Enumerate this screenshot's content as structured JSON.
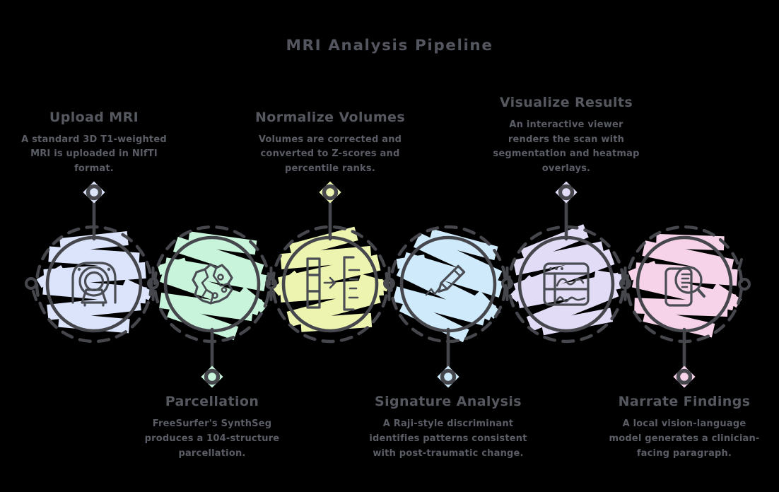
{
  "title": "MRI Analysis Pipeline",
  "theme": {
    "background": "#000000",
    "ink": "#45474d",
    "title_color": "#53565e",
    "heading_color": "#55585f",
    "body_color": "#5a5d65"
  },
  "steps": [
    {
      "label": "Upload MRI",
      "description_lines": [
        "A standard 3D T1-weighted",
        "MRI is uploaded in NIfTI",
        "format."
      ],
      "color": "#dbe4fa",
      "icon": "mri-scanner-icon",
      "text_position": "top"
    },
    {
      "label": "Parcellation",
      "description_lines": [
        "FreeSurfer's SynthSeg",
        "produces a 104-structure",
        "parcellation."
      ],
      "color": "#c9f4dc",
      "icon": "brain-parcellation-icon",
      "text_position": "bottom"
    },
    {
      "label": "Normalize Volumes",
      "description_lines": [
        "Volumes are corrected and",
        "converted to Z-scores and",
        "percentile ranks."
      ],
      "color": "#ecf4b0",
      "icon": "zscore-table-icon",
      "text_position": "top"
    },
    {
      "label": "Signature Analysis",
      "description_lines": [
        "A Raji-style discriminant",
        "identifies patterns consistent",
        "with post-traumatic change."
      ],
      "color": "#cfeafa",
      "icon": "signature-pen-icon",
      "text_position": "bottom"
    },
    {
      "label": "Visualize Results",
      "description_lines": [
        "An interactive viewer",
        "renders the scan with",
        "segmentation and heatmap",
        "overlays."
      ],
      "color": "#e2dcf6",
      "icon": "viewer-window-icon",
      "text_position": "top"
    },
    {
      "label": "Narrate Findings",
      "description_lines": [
        "A local vision-language",
        "model generates a clinician-",
        "facing paragraph."
      ],
      "color": "#f6d3e8",
      "icon": "document-magnifier-icon",
      "text_position": "bottom"
    }
  ]
}
